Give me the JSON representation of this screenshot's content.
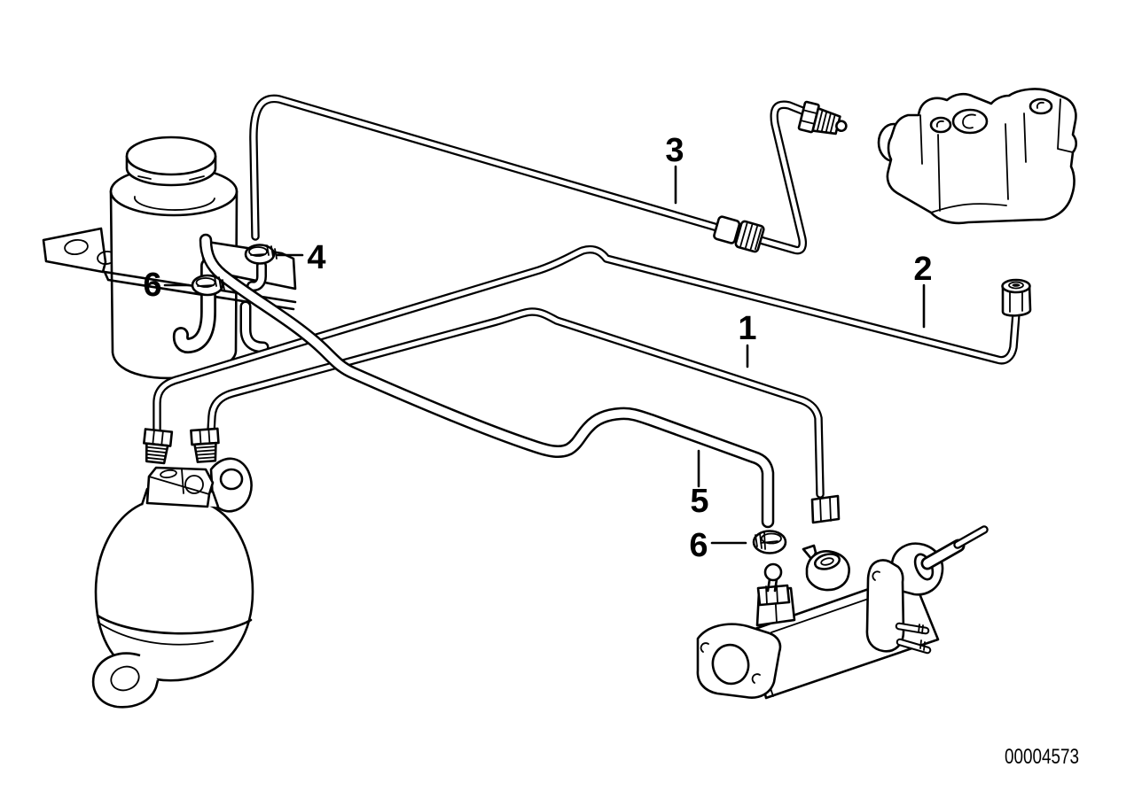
{
  "diagram": {
    "background": "#ffffff",
    "line_color": "#000000",
    "callouts": {
      "c1": "1",
      "c2": "2",
      "c3": "3",
      "c4": "4",
      "c5": "5",
      "c6_reservoir": "6",
      "c6_master": "6"
    },
    "drawing_number": "00004573"
  }
}
